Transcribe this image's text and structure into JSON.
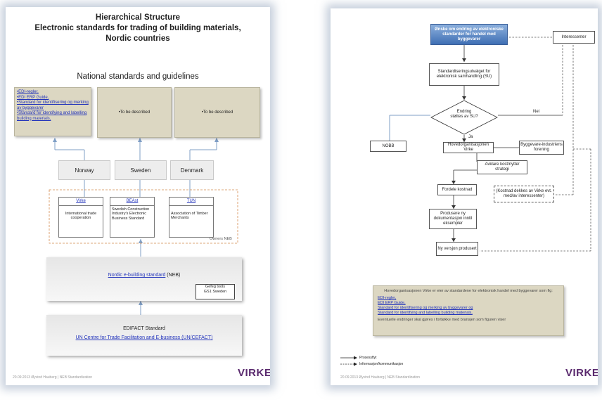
{
  "left_slide": {
    "title_line1": "Hierarchical Structure",
    "title_line2": "Electronic standards for  trading  of building materials,",
    "title_line3": "Nordic countries",
    "subtitle": "National standards and guidelines",
    "box_norway_links": [
      "•EDI-regler,",
      "•EDI ERP Guide,",
      "•Standard for identifisering og merking av byggevarer",
      "•Standard for identifying and labelling building materials,"
    ],
    "box_sweden_text": "•To be described",
    "box_denmark_text": "•To be described",
    "country_norway": "Norway",
    "country_sweden": "Sweden",
    "country_denmark": "Denmark",
    "org_virke_name": "Virke",
    "org_virke_desc": "International trade cooperation",
    "org_beast_name": "BEAst",
    "org_beast_desc": "Swedish Construction Industry's Electronic Business Standard",
    "org_tun_name": "TUN",
    "org_tun_desc": "Association of Timber Merchants",
    "owners_label": "Owners NEB",
    "neb_link": "Nordic e-building  standard",
    "neb_suffix": " (NEB)",
    "gefeg_line1": "Gefeg tools",
    "gefeg_line2": "GS1 Sweden",
    "edifact_title": "EDIFACT Standard",
    "edifact_link": "UN Centre for Trade Facilitation and E-business (UN/CEFACT)",
    "footer": "20.09.2013  Øyvind Hauberg   |   NEB Standardization",
    "logo": "VIRKE"
  },
  "right_slide": {
    "top_box": "Ønske om endring av elektroniske standarder for handel med byggevarer",
    "interessenter": "Interessenter",
    "su_box": "Standardiseringsutvalget for elektronisk samhandling (SU)",
    "decision": "Endring støttes av SU?",
    "nei": "Nei",
    "ja": "Ja",
    "nobb": "NOBB",
    "hoved": "Hovedorganisasjonen Virke",
    "byggevare": "Byggevare-industriens forening",
    "avklare": "Avklare kost/nytte/ strategi",
    "fordele": "Fordele kostnad",
    "kostnad_note": "(Kostnad dekkes av Virke evt. med/av interessenter)",
    "produsere": "Produsere ny dokumentasjon inntil eksempler",
    "ny_versjon": "Ny versjon produsert",
    "note_title": "Hovedorganisasjonen Virke er eier av standardene for elektronisk handel med byggevarer som fig:",
    "note_links": [
      "EDI-regler,",
      "EDI ERP Guide,",
      "Standard for identifisering og merking av byggevarer og",
      "Standard for identifying and labelling building materials,"
    ],
    "note_footer": "Eventuelle endringer skal gjøres i fortløkke med bransjen som figuren viser",
    "legend_prosess": "Prosessflyt",
    "legend_info": "Informasjon/kommunikasjon",
    "footer": "20.09.2013  Øyvind Hauberg   |   NEB Standardization",
    "logo": "VIRKE"
  }
}
